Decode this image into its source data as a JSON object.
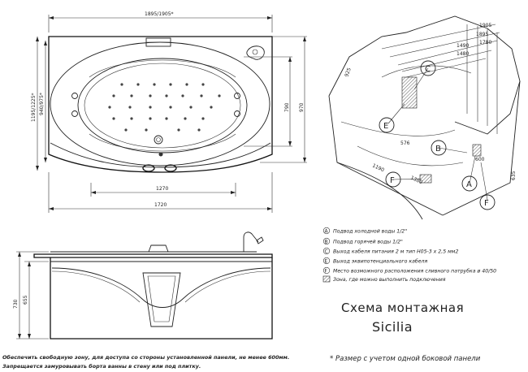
{
  "top_view": {
    "width_total": "1895/1905*",
    "height_total": "1195/1225*",
    "height_inner": "940/975*",
    "depth_790": "790",
    "depth_970": "970",
    "width_1270": "1270",
    "width_1720": "1720"
  },
  "side_view": {
    "height_730": "730",
    "height_655": "655"
  },
  "iso_view": {
    "dims": [
      "1905",
      "1895",
      "1780",
      "1490",
      "1480",
      "925",
      "576",
      "1190",
      "1380",
      "600",
      "635"
    ],
    "callouts": [
      "C",
      "E",
      "B",
      "F",
      "A",
      "F"
    ]
  },
  "legend": [
    {
      "key": "A",
      "text": "Подвод холодной воды 1/2\""
    },
    {
      "key": "B",
      "text": "Подвод горячей воды 1/2\""
    },
    {
      "key": "C",
      "text": "Выход кабеля питания  2 м тип Н05-3 х 2,5 мм2"
    },
    {
      "key": "E",
      "text": "Выход эквипотенциального кабеля"
    },
    {
      "key": "F",
      "text": "Место возможного расположения сливного патрубка ø 40/50"
    },
    {
      "key": "",
      "text": "Зона, где можно выполнить  подключения"
    }
  ],
  "title": {
    "line1": "Схема монтажная",
    "line2": "Sicilia"
  },
  "notes": {
    "line1": "Обеспечить свободную зону, для доступа со стороны  установленной панели, не менее 600мм.",
    "line2": "Запрещается замуровывать борта ванны в стену или под плитку.",
    "star": "* Размер с учетом одной боковой панели"
  },
  "colors": {
    "line": "#222222",
    "background": "#ffffff"
  }
}
